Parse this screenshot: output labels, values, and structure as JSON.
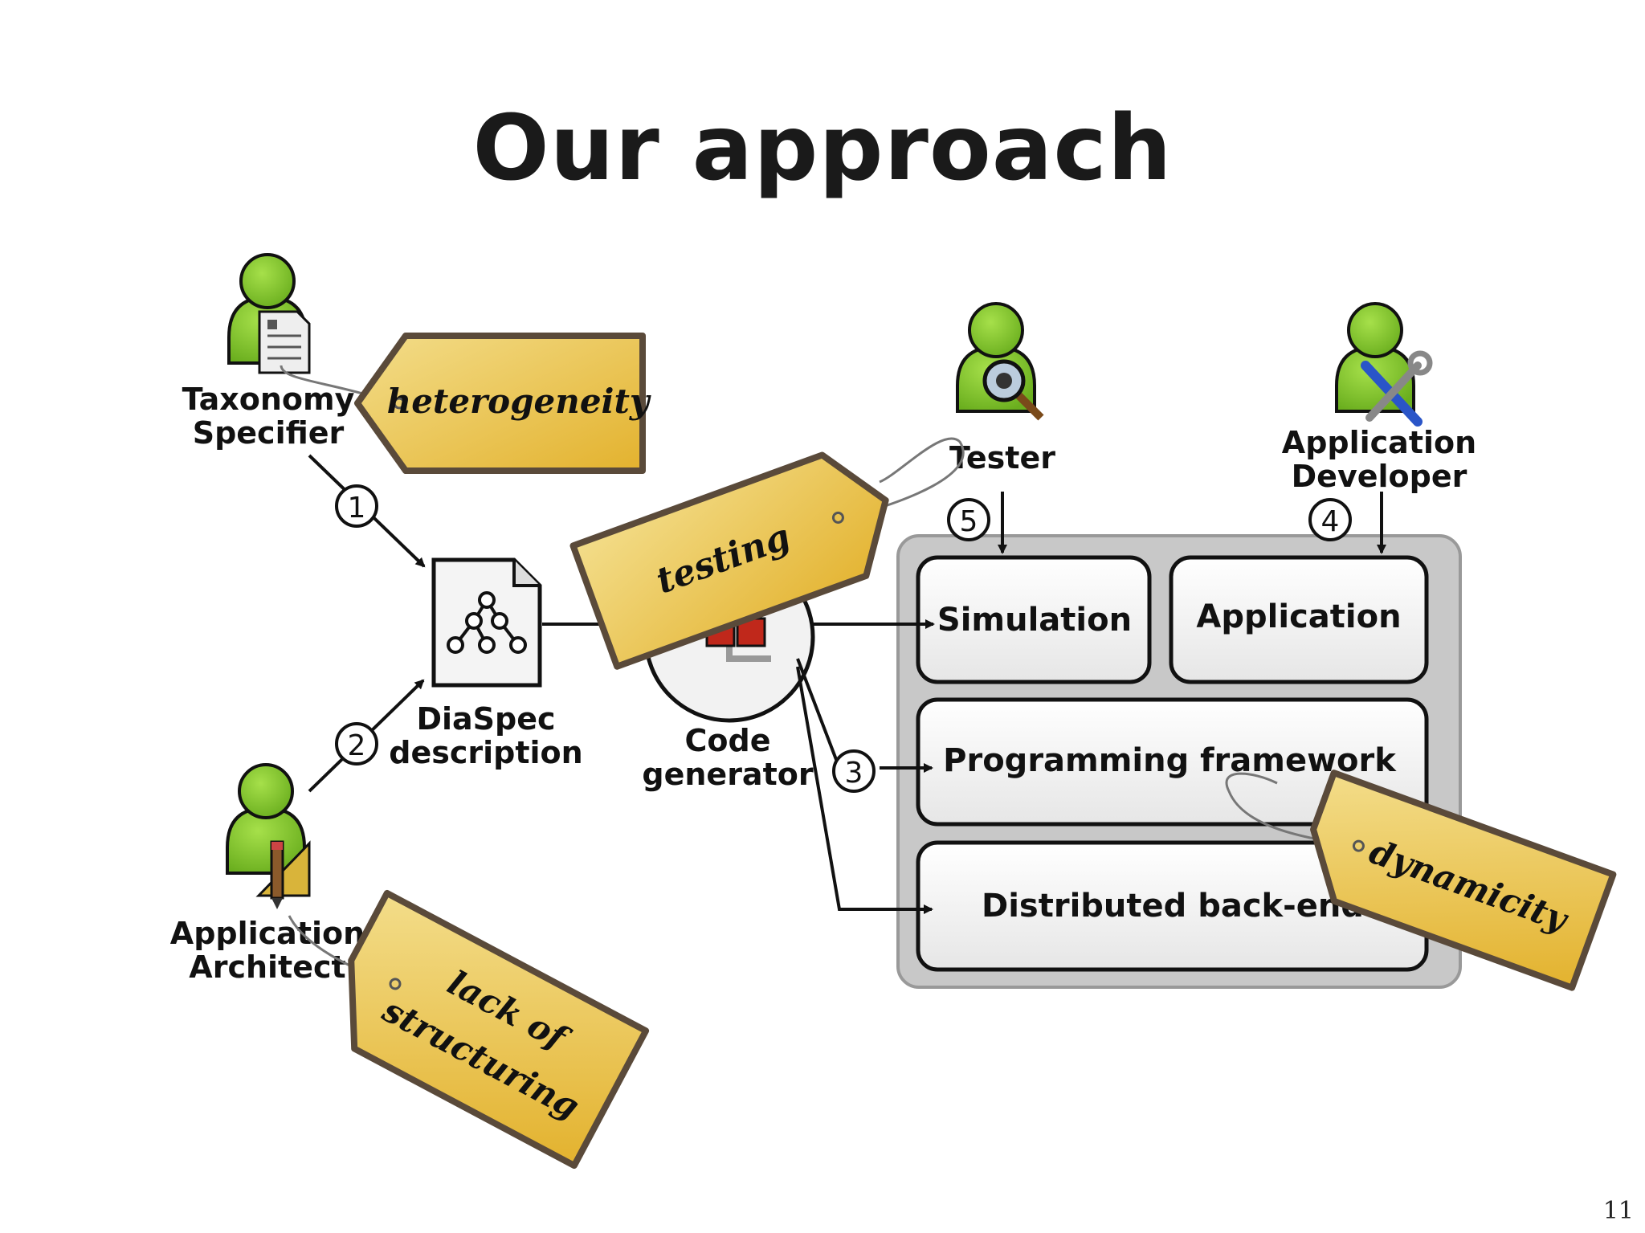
{
  "slide": {
    "title": "Our approach",
    "page_number": "11"
  },
  "actors": {
    "taxonomy": [
      "Taxonomy",
      "Specifier"
    ],
    "architect": [
      "Application",
      "Architect"
    ],
    "tester": [
      "Tester"
    ],
    "developer": [
      "Application",
      "Developer"
    ]
  },
  "artifacts": {
    "diaspec": [
      "DiaSpec",
      "description"
    ],
    "code_generator": [
      "Code",
      "generator"
    ]
  },
  "platform": {
    "simulation": "Simulation",
    "application": "Application",
    "programming_framework": "Programming framework",
    "backend": "Distributed back-end"
  },
  "steps": [
    "1",
    "2",
    "3",
    "4",
    "5"
  ],
  "tags": {
    "heterogeneity": "heterogeneity",
    "testing": "testing",
    "dynamicity": "dynamicity",
    "structuring": [
      "lack of",
      "structuring"
    ]
  },
  "icons": [
    "person-icon",
    "document-icon",
    "magnifier-icon",
    "tools-icon",
    "pencil-ruler-icon",
    "tree-icon",
    "gear-icon"
  ],
  "colors": {
    "actor_green": "#7ec12a",
    "tag_gold": "#e9c24a",
    "tag_border": "#5a4a3a",
    "platform_bg": "#c8c8c8"
  }
}
